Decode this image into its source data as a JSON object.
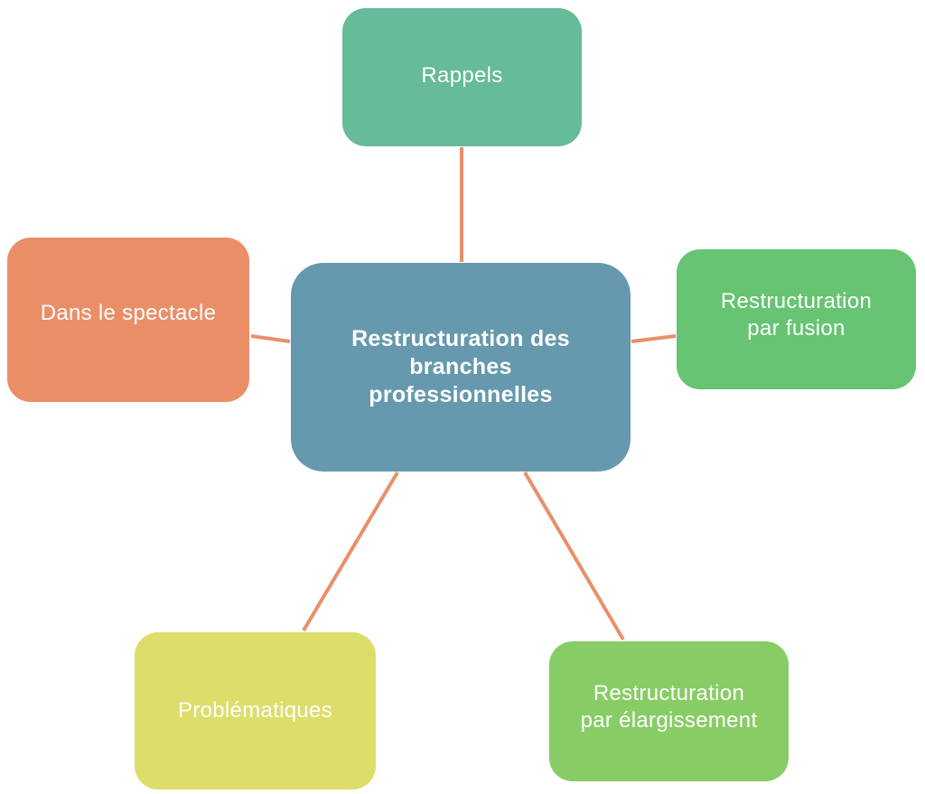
{
  "diagram": {
    "center": {
      "label": "Restructuration des\nbranches\nprofessionnelles"
    },
    "nodes": {
      "rappels": {
        "label": "Rappels"
      },
      "fusion": {
        "label": "Restructuration\npar fusion"
      },
      "elargissement": {
        "label": "Restructuration\npar élargissement"
      },
      "problematiques": {
        "label": "Problématiques"
      },
      "spectacle": {
        "label": "Dans le spectacle"
      }
    },
    "colors": {
      "center": "#6699ae",
      "rappels": "#66bb98",
      "fusion": "#66c472",
      "elargissement": "#88cc66",
      "problematiques": "#dddd6a",
      "spectacle": "#ea8e68",
      "connector": "#e8906a"
    }
  }
}
